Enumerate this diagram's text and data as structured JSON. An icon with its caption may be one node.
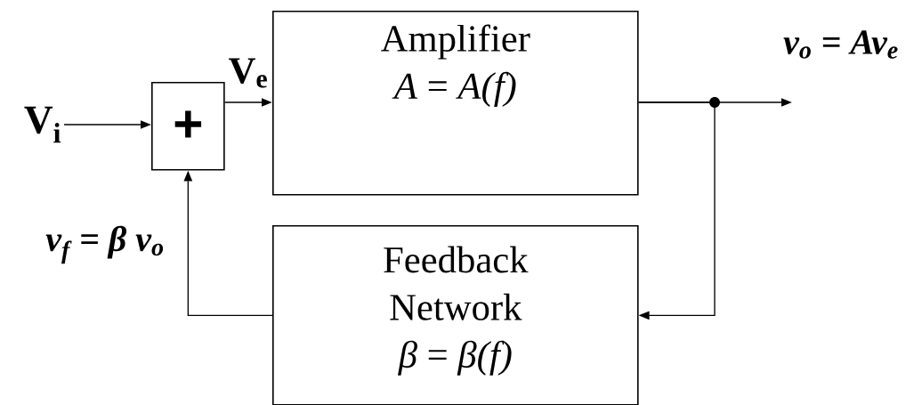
{
  "diagram": {
    "nodes": [
      {
        "text": [
          "V$_{i}$"
        ]
      },
      {
        "text": [
          "+"
        ]
      },
      {
        "text": [
          "Amplifier",
          "*A* = *A(f)*"
        ]
      },
      {
        "text": [
          "Feedback Network",
          "*β* = *β(f)*"
        ]
      }
    ],
    "edges": [
      {
        "from": 0,
        "to": 1,
        "arrow": "to"
      },
      {
        "from": 1,
        "to": 2,
        "arrow": "to",
        "label": "V$_{e}$"
      },
      {
        "from": 2,
        "to": null,
        "arrow": "to"
      },
      {
        "from": 2,
        "to": 3,
        "arrow": "to"
      },
      {
        "from": 3,
        "to": 1,
        "arrow": "to",
        "label": "v$_{f}$ = β v$_{o}$"
      }
    ],
    "labels": [
      "v$_{o}$ = Av$_{e}$"
    ]
  }
}
